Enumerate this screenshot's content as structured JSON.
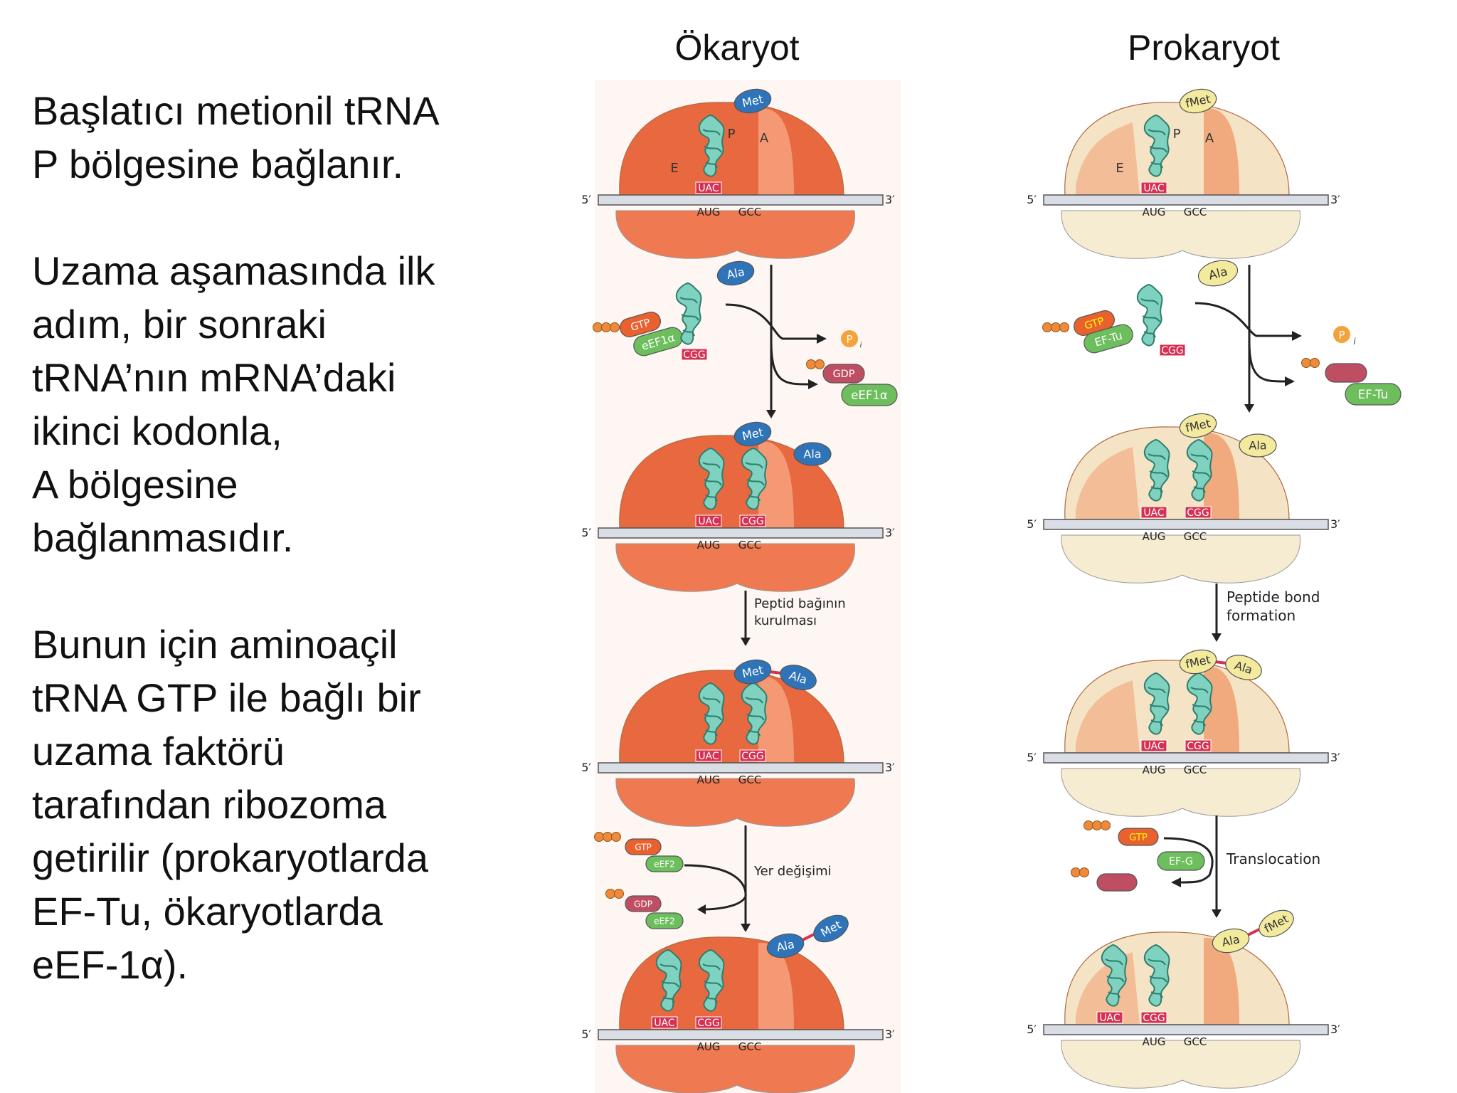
{
  "text": {
    "p1": [
      "Başlatıcı metionil tRNA",
      "P bölgesine bağlanır."
    ],
    "p2": [
      "Uzama aşamasında ilk",
      "adım, bir sonraki",
      "tRNA’nın mRNA’daki",
      "ikinci kodonla,",
      "A bölgesine",
      "bağlanmasıdır."
    ],
    "p3": [
      "Bunun için aminoaçil",
      "tRNA GTP ile bağlı bir",
      "uzama faktörü",
      "tarafından ribozoma",
      "getirilir (prokaryotlarda",
      "EF-Tu, ökaryotlarda",
      "eEF-1α)."
    ]
  },
  "columns": {
    "euk": "Ökaryot",
    "prok": "Prokaryot"
  },
  "labels": {
    "five": "5′",
    "three": "3′",
    "aug": "AUG",
    "gcc": "GCC",
    "uac": "UAC",
    "cgg": "CGG",
    "E": "E",
    "P": "P",
    "A": "A",
    "met": "Met",
    "fmet": "fMet",
    "ala": "Ala",
    "gtp": "GTP",
    "gdp": "GDP",
    "pi": "P",
    "pi_sub": "i",
    "eef1a": "eEF1α",
    "eef2": "eEF2",
    "eftu": "EF-Tu",
    "efg": "EF-G",
    "euk_peptide": [
      "Peptid bağının",
      "kurulması"
    ],
    "euk_trans": "Yer değişimi",
    "prok_peptide": [
      "Peptide bond",
      "formation"
    ],
    "prok_trans": "Translocation"
  },
  "colors": {
    "euk_dark": "#e8683f",
    "euk_light": "#f6a27e",
    "euk_small": "#ef7a52",
    "prok_body": "#f5e3c6",
    "prok_orange": "#f0a071",
    "prok_small": "#f5ecd2",
    "trna": "#7fd2c0",
    "met": "#2f74b8",
    "fmet": "#f3ea9e",
    "gtp": "#e8612f",
    "gdp": "#c04e63",
    "factor": "#6cbf5c",
    "codon": "#d63052"
  }
}
